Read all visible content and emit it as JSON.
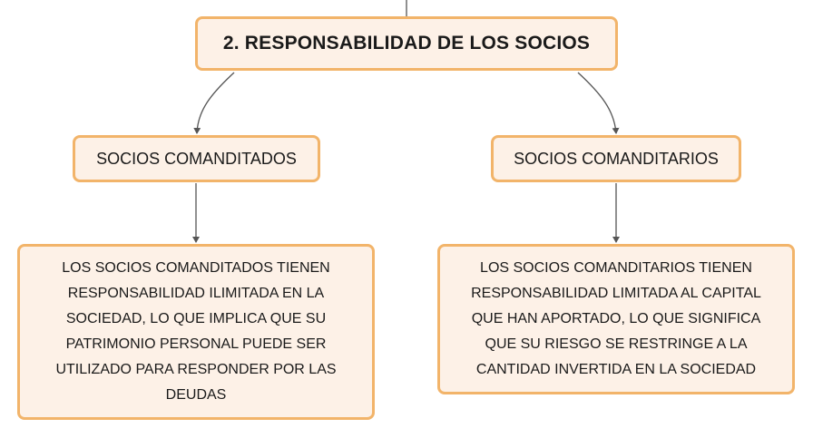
{
  "diagram": {
    "title": "2. RESPONSABILIDAD DE LOS SOCIOS",
    "branches": [
      {
        "label": "SOCIOS COMANDITADOS",
        "description": "LOS SOCIOS COMANDITADOS TIENEN RESPONSABILIDAD ILIMITADA EN LA SOCIEDAD, LO QUE IMPLICA QUE SU PATRIMONIO PERSONAL PUEDE SER UTILIZADO PARA RESPONDER POR LAS DEUDAS"
      },
      {
        "label": "SOCIOS COMANDITARIOS",
        "description": "LOS SOCIOS COMANDITARIOS TIENEN RESPONSABILIDAD LIMITADA AL CAPITAL QUE HAN APORTADO, LO QUE SIGNIFICA QUE SU RIESGO SE RESTRINGE A LA CANTIDAD INVERTIDA EN LA SOCIEDAD"
      }
    ],
    "colors": {
      "node_fill": "#fdf1e7",
      "node_border": "#f2b46a",
      "connector": "#555555"
    }
  }
}
